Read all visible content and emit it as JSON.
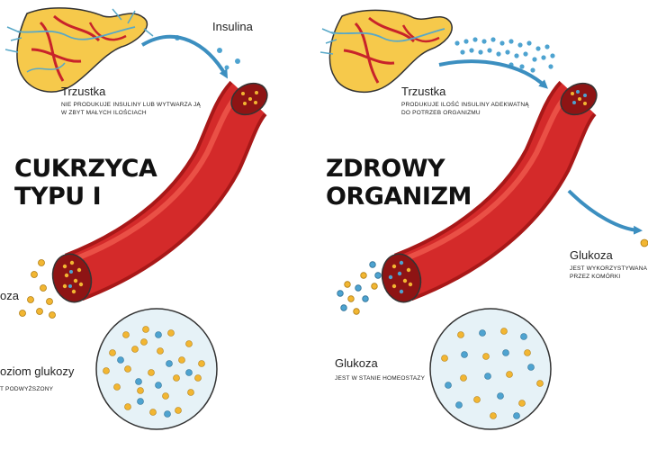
{
  "left": {
    "heading_line1": "CUKRZYCA",
    "heading_line2": "TYPU I",
    "insulin_label": "Insulina",
    "pancreas_label": "Trzustka",
    "pancreas_desc_line1": "NIE PRODUKUJE INSULINY LUB WYTWARZA JĄ",
    "pancreas_desc_line2": "W ZBYT MAŁYCH ILOŚCIACH",
    "glucose_label": "oza",
    "level_label": "oziom glukozy",
    "level_desc": "T PODWYŻSZONY"
  },
  "right": {
    "heading_line1": "ZDROWY",
    "heading_line2": "ORGANIZM",
    "pancreas_label": "Trzustka",
    "pancreas_desc_line1": "PRODUKUJE ILOŚĆ INSULINY ADEKWATNĄ",
    "pancreas_desc_line2": "DO POTRZEB ORGANIZMU",
    "glucose_cells_label": "Glukoza",
    "glucose_cells_desc_line1": "JEST WYKORZYSTYWANA",
    "glucose_cells_desc_line2": "PRZEZ KOMÓRKI",
    "glucose_label": "Glukoza",
    "glucose_desc": "JEST W STANIE HOMEOSTAZY"
  },
  "colors": {
    "vessel": "#d42a2a",
    "vessel_dark": "#a81818",
    "vessel_highlight": "#ef5a4e",
    "pancreas": "#f6c94b",
    "arteries": "#c8232a",
    "ducts": "#58a8c8",
    "insulin": "#4ea3d0",
    "glucose": "#f2b632",
    "arrow": "#3c8fc0"
  }
}
